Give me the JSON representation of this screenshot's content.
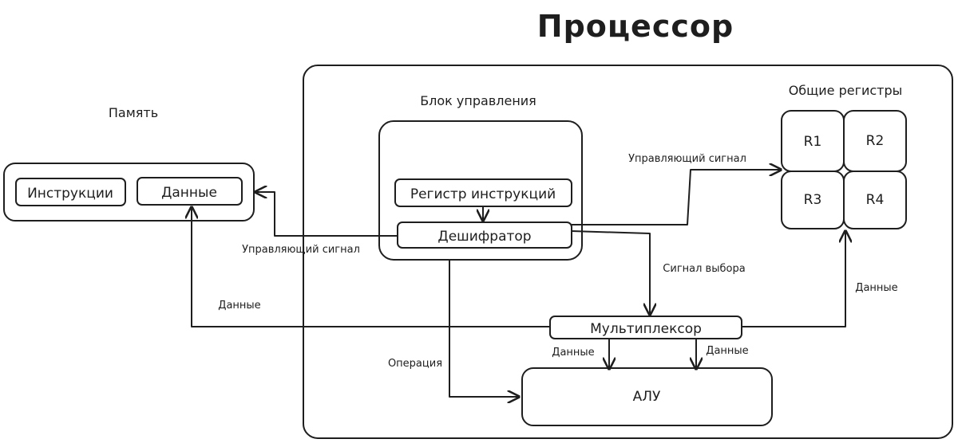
{
  "title": "Процессор",
  "memory": {
    "heading": "Память",
    "instructions": "Инструкции",
    "data": "Данные"
  },
  "control_unit": {
    "heading": "Блок управления",
    "instruction_register": "Регистр инструкций",
    "decoder": "Дешифратор"
  },
  "registers": {
    "heading": "Общие регистры",
    "items": [
      "R1",
      "R2",
      "R3",
      "R4"
    ]
  },
  "multiplexer": "Мультиплексор",
  "alu": "АЛУ",
  "edges": {
    "decoder_to_registers": "Управляющий сигнал",
    "decoder_to_memory": "Управляющий сигнал",
    "select_signal": "Сигнал выбора",
    "mux_to_memory": "Данные",
    "mux_to_registers": "Данные",
    "operation": "Операция",
    "mux_to_alu_left": "Данные",
    "mux_to_alu_right": "Данные"
  }
}
